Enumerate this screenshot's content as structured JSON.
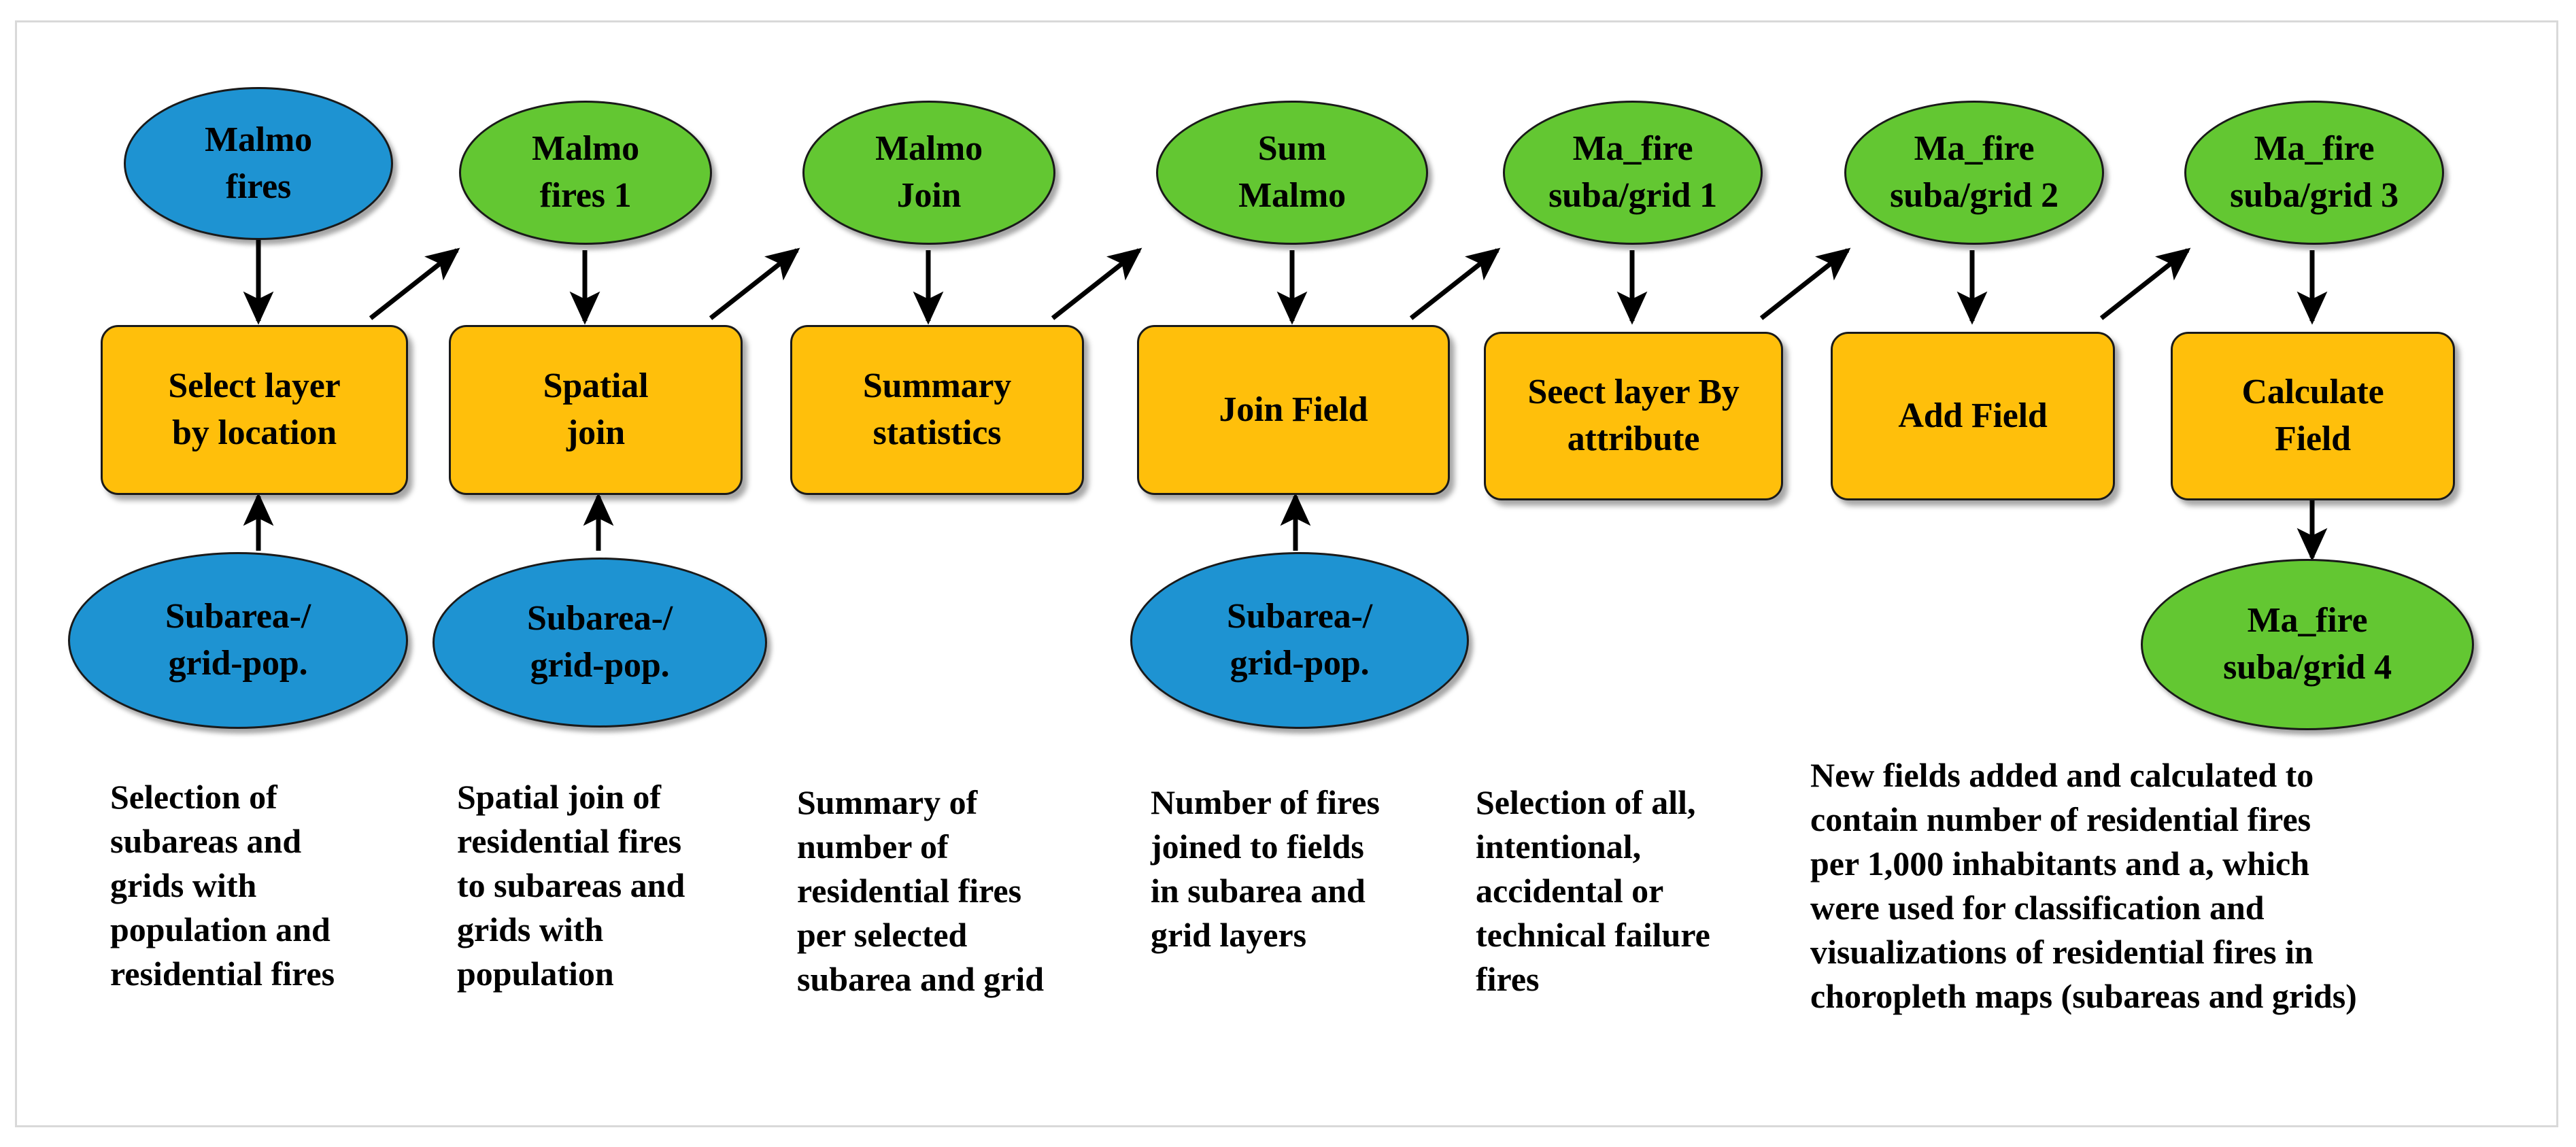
{
  "diagram": {
    "title_present": false,
    "colors": {
      "input_layer": "#1e93d2",
      "output_layer": "#63c732",
      "tool_box": "#ffbf0b",
      "outline": "#1a1a1a",
      "background": "#ffffff",
      "frame": "#d9d9d9",
      "text": "#000000"
    },
    "top_nodes": [
      {
        "label": "Malmo\nfires",
        "shape": "ellipse",
        "color": "blue"
      },
      {
        "label": "Malmo\nfires 1",
        "shape": "ellipse",
        "color": "green"
      },
      {
        "label": "Malmo\nJoin",
        "shape": "ellipse",
        "color": "green"
      },
      {
        "label": "Sum\nMalmo",
        "shape": "ellipse",
        "color": "green"
      },
      {
        "label": "Ma_fire\nsuba/grid 1",
        "shape": "ellipse",
        "color": "green"
      },
      {
        "label": "Ma_fire\nsuba/grid 2",
        "shape": "ellipse",
        "color": "green"
      },
      {
        "label": "Ma_fire\nsuba/grid 3",
        "shape": "ellipse",
        "color": "green"
      }
    ],
    "tool_nodes": [
      {
        "label": "Select layer\nby location"
      },
      {
        "label": "Spatial\njoin"
      },
      {
        "label": "Summary\nstatistics"
      },
      {
        "label": "Join Field"
      },
      {
        "label": "Seect layer By\nattribute"
      },
      {
        "label": "Add Field"
      },
      {
        "label": "Calculate\nField"
      }
    ],
    "bottom_nodes": [
      {
        "label": "Subarea-/\ngrid-pop.",
        "shape": "ellipse",
        "color": "blue",
        "under_tool": 0
      },
      {
        "label": "Subarea-/\ngrid-pop.",
        "shape": "ellipse",
        "color": "blue",
        "under_tool": 1
      },
      {
        "label": "Subarea-/\ngrid-pop.",
        "shape": "ellipse",
        "color": "blue",
        "under_tool": 3
      },
      {
        "label": "Ma_fire\nsuba/grid 4",
        "shape": "ellipse",
        "color": "green",
        "under_tool": 6
      }
    ],
    "captions": [
      "Selection of\nsubareas and\ngrids with\npopulation and\nresidential fires",
      "Spatial join of\nresidential fires\nto subareas and\ngrids with\npopulation",
      "Summary of\nnumber of\nresidential fires\nper selected\nsubarea and grid",
      "Number of fires\njoined to fields\nin subarea and\ngrid layers",
      "Selection of all,\nintentional,\naccidental or\ntechnical failure\nfires",
      "New fields added and calculated to\ncontain number of residential fires\nper 1,000 inhabitants and a, which\nwere used for classification and\nvisualizations of residential fires in\nchoropleth maps (subareas and grids)"
    ]
  }
}
